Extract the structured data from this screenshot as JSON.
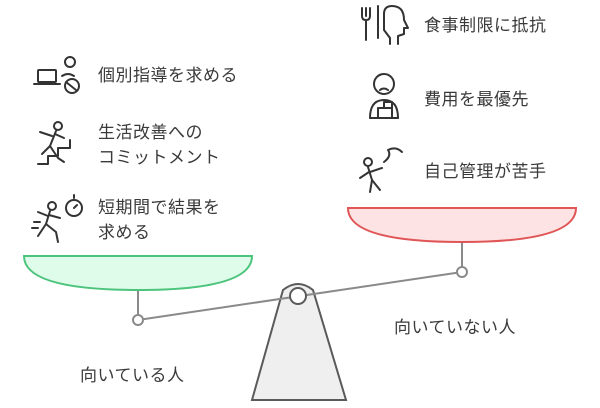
{
  "left_side": {
    "caption": "向いている人",
    "color": "#4cc47c",
    "items": [
      {
        "icon": "laptop-person-icon",
        "lines": [
          "個別指導を求める"
        ]
      },
      {
        "icon": "climbing-person-icon",
        "lines": [
          "生活改善への",
          "コミットメント"
        ]
      },
      {
        "icon": "running-stopwatch-icon",
        "lines": [
          "短期間で結果を",
          "求める"
        ]
      }
    ]
  },
  "right_side": {
    "caption": "向いていない人",
    "color": "#e05555",
    "items": [
      {
        "icon": "head-fork-icon",
        "lines": [
          "食事制限に抵抗"
        ]
      },
      {
        "icon": "person-budget-icon",
        "lines": [
          "費用を最優先"
        ]
      },
      {
        "icon": "tired-person-icon",
        "lines": [
          "自己管理が苦手"
        ]
      }
    ]
  }
}
